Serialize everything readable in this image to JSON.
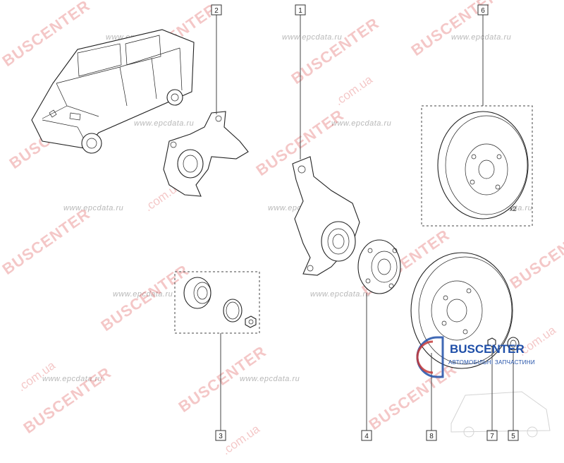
{
  "watermarks": {
    "brand": "BUSCENTER",
    "brand_site": "BUSCENTER.com.ua",
    "site_short": ".com.ua",
    "epc": "www.epcdata.ru"
  },
  "callouts": {
    "c1": "1",
    "c2": "2",
    "c3": "3",
    "c4": "4",
    "c5": "5",
    "c6": "6",
    "c7": "7",
    "c8": "8"
  },
  "quantity_note": "x2",
  "logo": {
    "title": "BUSCENTER",
    "subtitle": "АВТОМОБІЛЬНІ ЗАПЧАСТИНИ",
    "brand_color": "#1f4fa8"
  },
  "colors": {
    "watermark_red": "#d83a3a",
    "line": "#222222"
  }
}
